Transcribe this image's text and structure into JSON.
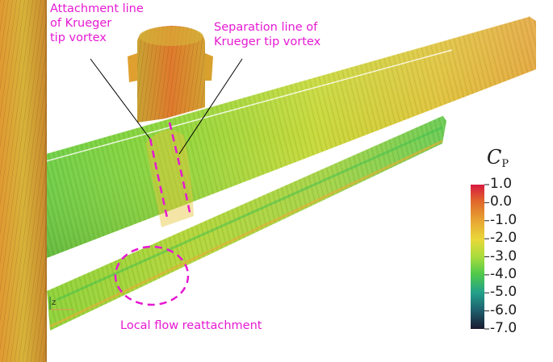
{
  "annotations": {
    "attachment_line": [
      "Attachment line",
      "of Krueger",
      "tip vortex"
    ],
    "separation_line": [
      "Separation line of",
      "Krueger tip vortex"
    ],
    "local_flow": "Local flow reattachment",
    "color": "#e619d2"
  },
  "colorbar": {
    "symbol": "C",
    "subscript": "P",
    "ticks": [
      "1.0",
      "0.0",
      "-1.0",
      "-2.0",
      "-3.0",
      "-4.0",
      "-5.0",
      "-6.0",
      "-7.0"
    ],
    "range": [
      -7.0,
      1.0
    ],
    "colors": [
      "#1a1a2e",
      "#1e5f6e",
      "#22a08a",
      "#4fc94a",
      "#a8dc3c",
      "#e9d83a",
      "#e8a533",
      "#e06a2a",
      "#d8193f"
    ]
  },
  "axis_triad": {
    "z_label": "z"
  }
}
